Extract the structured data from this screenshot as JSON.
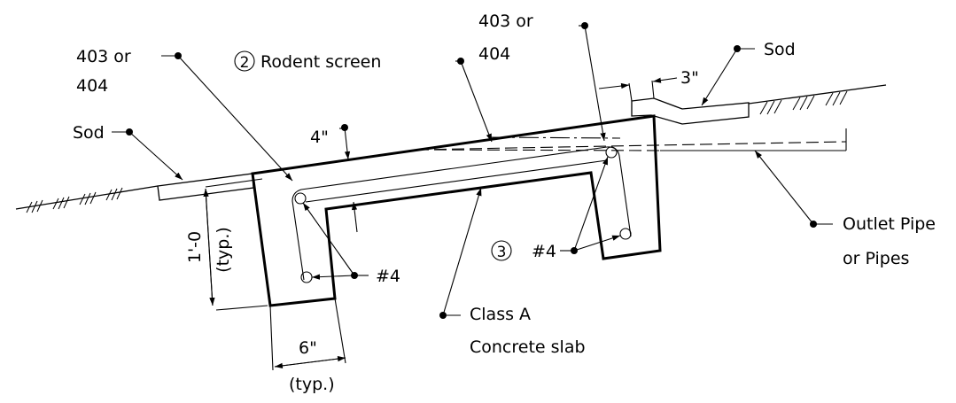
{
  "labels": {
    "item_403_left_line1": "403 or",
    "item_403_left_line2": "404",
    "rodent_circle": "2",
    "rodent_text": "Rodent screen",
    "item_403_mid_line1": "403 or",
    "item_403_mid_line2": "404",
    "sod_right": "Sod",
    "dim_3in": "3\"",
    "sod_left": "Sod",
    "dim_4in": "4\"",
    "outlet_line1": "Outlet Pipe",
    "outlet_line2": "or Pipes",
    "dim_1ft": "1'-0",
    "dim_1ft_typ": "(typ.)",
    "rebar_left": "#4",
    "item3_circle": "3",
    "rebar_right": "#4",
    "concrete_line1": "Class A",
    "concrete_line2": "Concrete slab",
    "dim_6in": "6\"",
    "dim_6in_typ": "(typ.)"
  }
}
